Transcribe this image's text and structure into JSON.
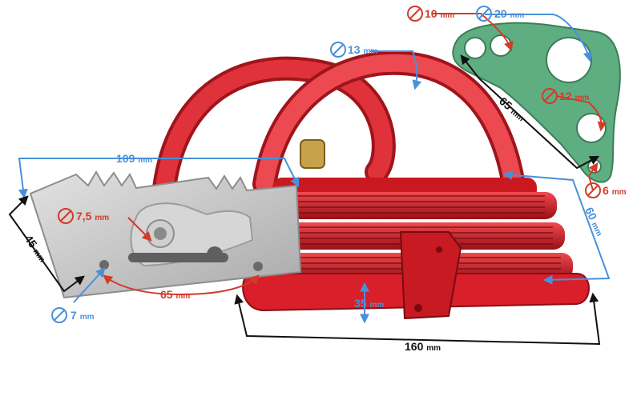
{
  "colors": {
    "blue_dimension": "#4a90d9",
    "red_dimension": "#d23b2a",
    "black_dimension": "#111111",
    "cooler_red": "#d81f2a",
    "hose_red": "#e0323a",
    "plate_silver": "#c9c9c9",
    "gasket_green": "#5fae82"
  },
  "icons": {
    "diameter": "diameter-symbol-icon"
  },
  "dimensions": {
    "d10": {
      "value": "10",
      "unit": "mm"
    },
    "d20": {
      "value": "20",
      "unit": "mm"
    },
    "d13": {
      "value": "13",
      "unit": "mm"
    },
    "gasket_65": {
      "value": "65",
      "unit": "mm"
    },
    "d12": {
      "value": "12",
      "unit": "mm"
    },
    "d6": {
      "value": "6",
      "unit": "mm"
    },
    "w109": {
      "value": "109",
      "unit": "mm"
    },
    "h60": {
      "value": "60",
      "unit": "mm"
    },
    "d7_5": {
      "value": "7,5",
      "unit": "mm"
    },
    "h45": {
      "value": "45",
      "unit": "mm"
    },
    "plate_65": {
      "value": "65",
      "unit": "mm"
    },
    "h35": {
      "value": "35",
      "unit": "mm"
    },
    "d7": {
      "value": "7",
      "unit": "mm"
    },
    "w160": {
      "value": "160",
      "unit": "mm"
    }
  }
}
